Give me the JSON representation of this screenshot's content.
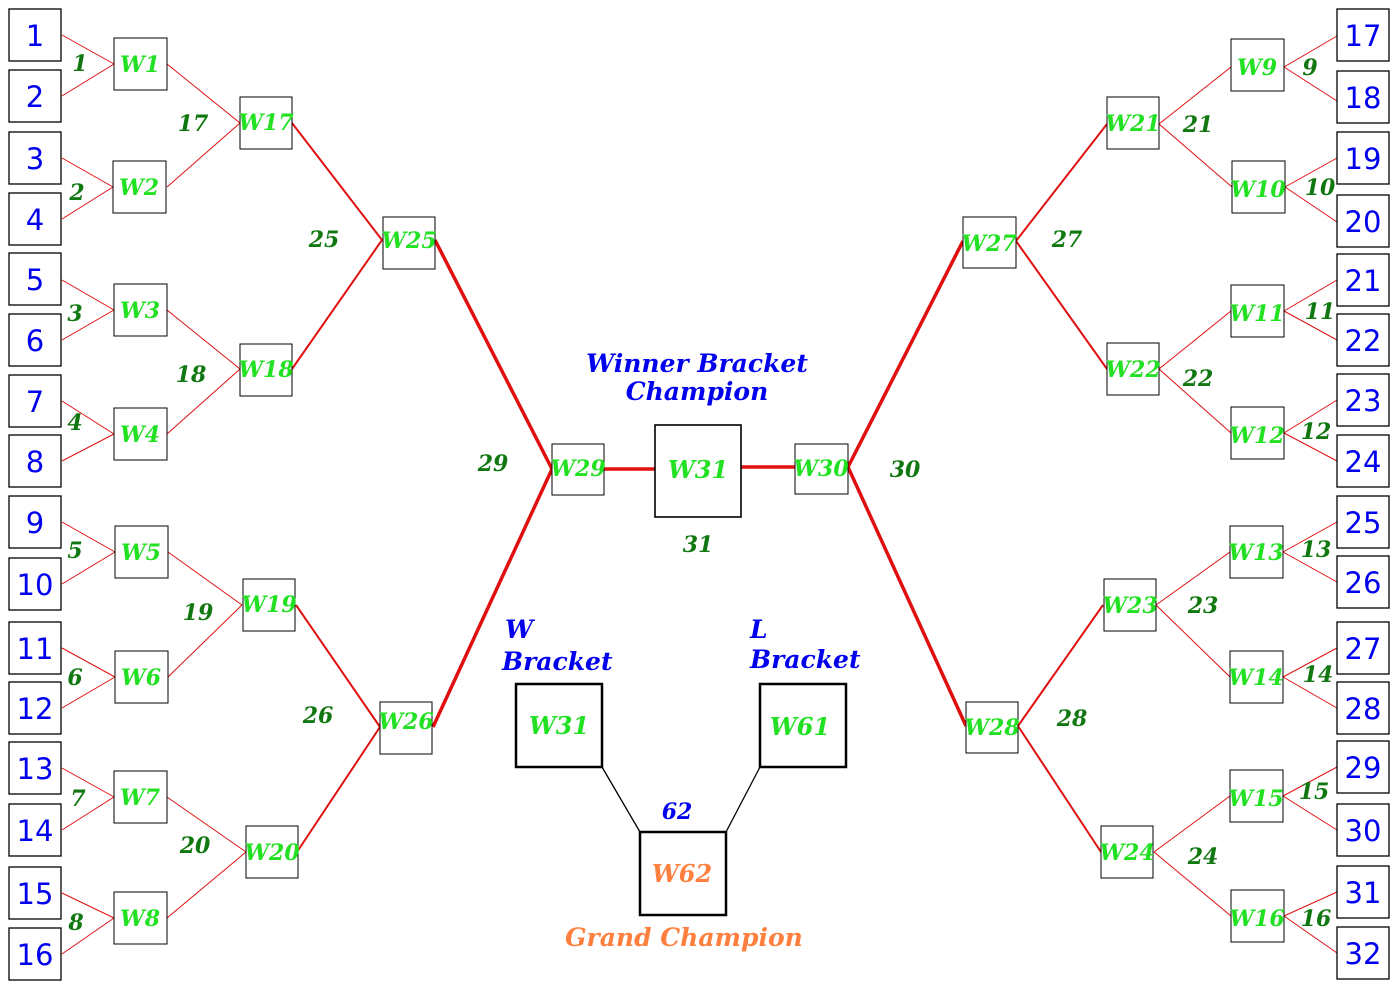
{
  "seeds": [
    "1",
    "2",
    "3",
    "4",
    "5",
    "6",
    "7",
    "8",
    "9",
    "10",
    "11",
    "12",
    "13",
    "14",
    "15",
    "16",
    "17",
    "18",
    "19",
    "20",
    "21",
    "22",
    "23",
    "24",
    "25",
    "26",
    "27",
    "28",
    "29",
    "30",
    "31",
    "32"
  ],
  "round1_left": [
    {
      "label": "W1",
      "game": "1"
    },
    {
      "label": "W2",
      "game": "2"
    },
    {
      "label": "W3",
      "game": "3"
    },
    {
      "label": "W4",
      "game": "4"
    },
    {
      "label": "W5",
      "game": "5"
    },
    {
      "label": "W6",
      "game": "6"
    },
    {
      "label": "W7",
      "game": "7"
    },
    {
      "label": "W8",
      "game": "8"
    }
  ],
  "round1_right": [
    {
      "label": "W9",
      "game": "9"
    },
    {
      "label": "W10",
      "game": "10"
    },
    {
      "label": "W11",
      "game": "11"
    },
    {
      "label": "W12",
      "game": "12"
    },
    {
      "label": "W13",
      "game": "13"
    },
    {
      "label": "W14",
      "game": "14"
    },
    {
      "label": "W15",
      "game": "15"
    },
    {
      "label": "W16",
      "game": "16"
    }
  ],
  "round2_left": [
    {
      "label": "W17",
      "game": "17"
    },
    {
      "label": "W18",
      "game": "18"
    },
    {
      "label": "W19",
      "game": "19"
    },
    {
      "label": "W20",
      "game": "20"
    }
  ],
  "round2_right": [
    {
      "label": "W21",
      "game": "21"
    },
    {
      "label": "W22",
      "game": "22"
    },
    {
      "label": "W23",
      "game": "23"
    },
    {
      "label": "W24",
      "game": "24"
    }
  ],
  "round3_left": [
    {
      "label": "W25",
      "game": "25"
    },
    {
      "label": "W26",
      "game": "26"
    }
  ],
  "round3_right": [
    {
      "label": "W27",
      "game": "27"
    },
    {
      "label": "W28",
      "game": "28"
    }
  ],
  "semis": {
    "left": {
      "label": "W29",
      "game": "29"
    },
    "right": {
      "label": "W30",
      "game": "30"
    }
  },
  "winner_final": {
    "label": "W31",
    "game": "31",
    "caption_line1": "Winner Bracket",
    "caption_line2": "Champion"
  },
  "grand_final": {
    "w_box": "W31",
    "w_caption_line1": "W",
    "w_caption_line2": "Bracket",
    "l_box": "W61",
    "l_caption_line1": "L",
    "l_caption_line2": "Bracket",
    "game": "62",
    "box": "W62",
    "caption": "Grand Champion"
  },
  "colors": {
    "line": "#e01010",
    "match_text": "#22e022",
    "game_number": "#117711",
    "seed_text": "#0000ee",
    "grand": "#ff7f3f"
  }
}
